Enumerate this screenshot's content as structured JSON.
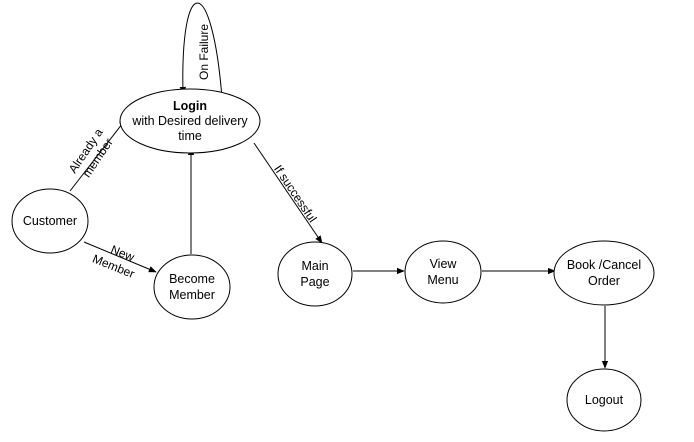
{
  "diagram": {
    "top_text": "",
    "nodes": {
      "login": {
        "title": "Login",
        "line2": "with Desired delivery",
        "line3": "time"
      },
      "customer": {
        "line1": "Customer"
      },
      "become_member": {
        "line1": "Become",
        "line2": "Member"
      },
      "main_page": {
        "line1": "Main",
        "line2": "Page"
      },
      "view_menu": {
        "line1": "View",
        "line2": "Menu"
      },
      "book_cancel": {
        "line1": "Book /Cancel",
        "line2": "Order"
      },
      "logout": {
        "line1": "Logout"
      }
    },
    "edges": {
      "on_failure": "On Failure",
      "already_line1": "Already a",
      "already_line2": "member",
      "new_member_line1": "New",
      "new_member_line2": "Member",
      "if_successful": "If successful"
    },
    "colors": {
      "stroke": "#000000",
      "fill": "#ffffff"
    }
  }
}
